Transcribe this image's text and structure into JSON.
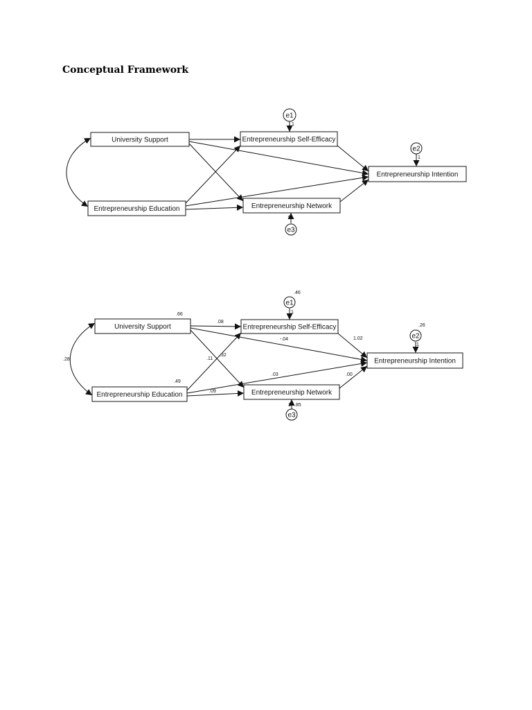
{
  "title": "Conceptual Framework",
  "diagram1": {
    "nodes": {
      "us": "University Support",
      "ee": "Entrepreneurship Education",
      "ese": "Entrepreneurship Self-Efficacy",
      "en": "Entrepreneurship Network",
      "ei": "Entrepreneurship Intention"
    },
    "errors": {
      "e1": "e1",
      "e2": "e2",
      "e3": "e3"
    },
    "error_weights": {
      "e1": "1",
      "e2": "1",
      "e3": "1"
    }
  },
  "diagram2": {
    "nodes": {
      "us": "University Support",
      "ee": "Entrepreneurship Education",
      "ese": "Entrepreneurship Self-Efficacy",
      "en": "Entrepreneurship Network",
      "ei": "Entrepreneurship Intention"
    },
    "errors": {
      "e1": "e1",
      "e2": "e2",
      "e3": "e3"
    },
    "error_weights": {
      "e1": "1",
      "e2": "1",
      "e3": "1"
    },
    "coefficients": {
      "var_us": ".66",
      "var_ee": ".49",
      "cov_us_ee": ".28",
      "us_ese": ".08",
      "us_ei": "-.04",
      "us_en": ".11",
      "ee_ese": ".32",
      "ee_ei": ".03",
      "ee_en": ".09",
      "ese_ei": "1.02",
      "en_ei": ".00",
      "var_e1": ".46",
      "var_e2": ".26",
      "var_e3": ".85"
    }
  }
}
